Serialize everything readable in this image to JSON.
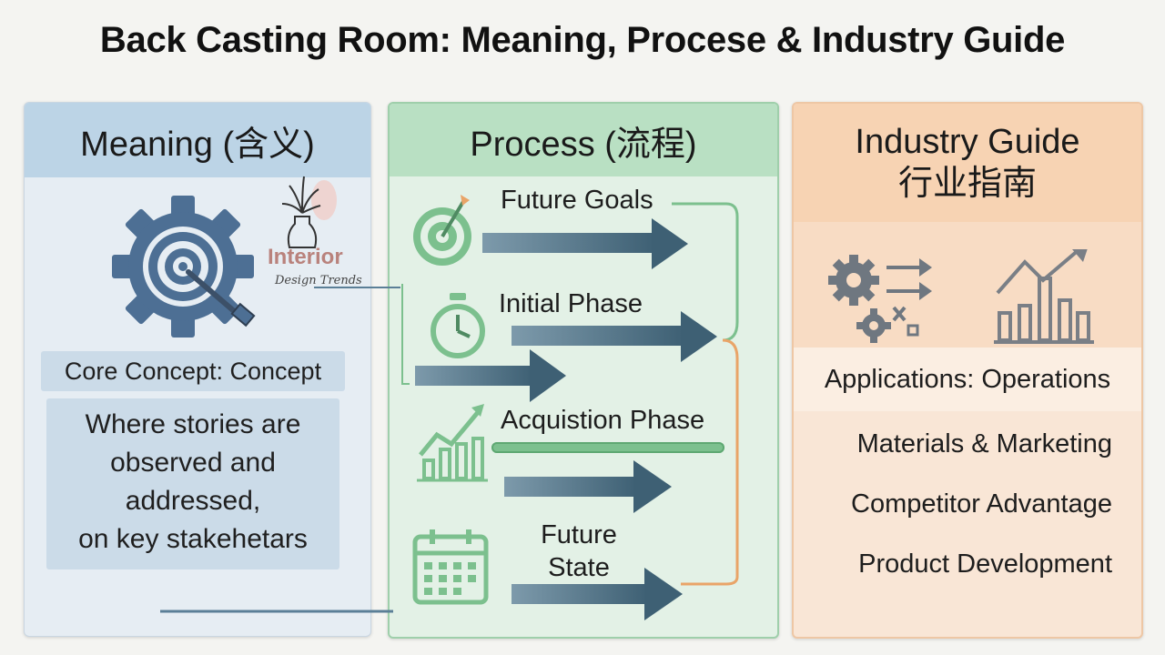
{
  "title": "Back Casting Room: Meaning, Procese & Industry Guide",
  "colors": {
    "arrow": "#4d7387",
    "green_accent": "#7cc08e",
    "orange_line": "#e9a468",
    "blue_line": "#5b7f97"
  },
  "meaning": {
    "heading": "Meaning (含义)",
    "icon": "gear-target-icon",
    "core_concept": "Core Concept: Concept",
    "description_lines": [
      "Where stories are",
      "observed and",
      "addressed,",
      "on key stakehetars"
    ]
  },
  "watermark": {
    "line1": "Interior",
    "line2": "Design Trends"
  },
  "process": {
    "heading": "Process (流程)",
    "steps": [
      {
        "label": "Future Goals",
        "icon": "target-icon"
      },
      {
        "label": "Initial Phase",
        "icon": "stopwatch-icon"
      },
      {
        "label": "Acquistion Phase",
        "icon": "growth-chart-icon"
      },
      {
        "label_line1": "Future",
        "label_line2": "State",
        "icon": "calendar-icon"
      }
    ]
  },
  "industry": {
    "heading_line1": "Industry Guide",
    "heading_line2": "行业指南",
    "icons": [
      "gears-arrows-icon",
      "bar-chart-trend-icon"
    ],
    "applications": "Applications: Operations",
    "items": [
      "Materials & Marketing",
      "Competitor Advantage",
      "Product Development"
    ]
  }
}
